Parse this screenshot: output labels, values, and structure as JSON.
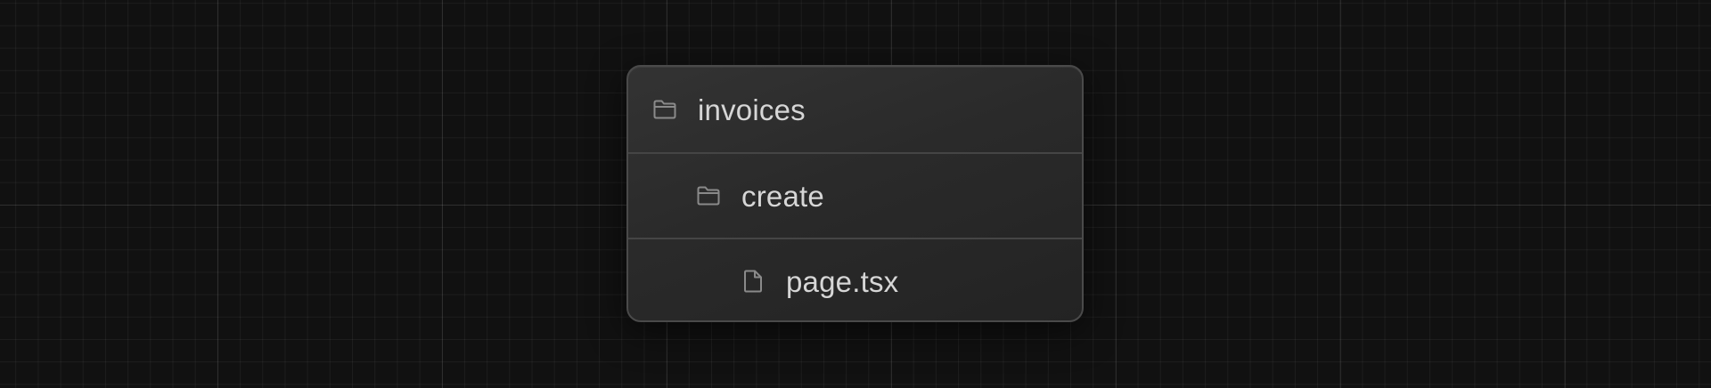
{
  "file_tree": {
    "items": [
      {
        "label": "invoices",
        "icon": "folder-icon",
        "type": "folder",
        "depth": 0
      },
      {
        "label": "create",
        "icon": "folder-icon",
        "type": "folder",
        "depth": 1
      },
      {
        "label": "page.tsx",
        "icon": "file-icon",
        "type": "file",
        "depth": 2
      }
    ]
  },
  "colors": {
    "background": "#111111",
    "card": "#2a2a2a",
    "card_border": "#4a4a4a",
    "divider": "#454545",
    "label_text": "#d6d6d6",
    "icon_stroke": "#8a8a8a"
  }
}
